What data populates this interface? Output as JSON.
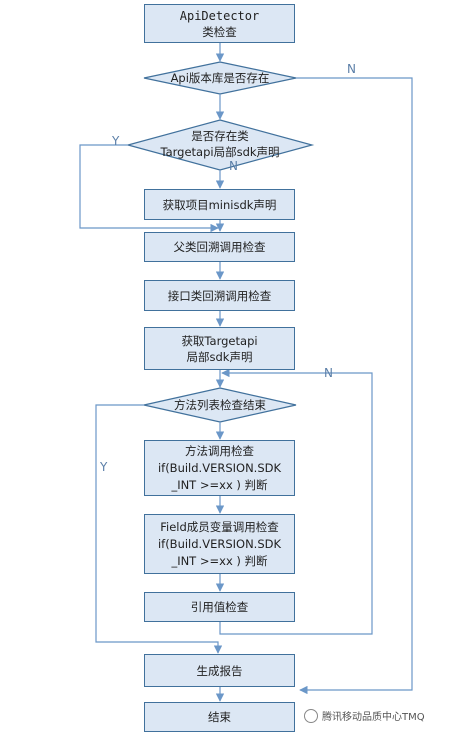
{
  "nodes": {
    "start_title": "ApiDetector",
    "start_sub": "类检查",
    "d1": "Api版本库是否存在",
    "d2_line1": "是否存在类",
    "d2_line2": "Targetapi局部sdk声明",
    "p_minisdk": "获取项目minisdk声明",
    "p_parent": "父类回溯调用检查",
    "p_interface": "接口类回溯调用检查",
    "p_target_line1": "获取Targetapi",
    "p_target_line2": "局部sdk声明",
    "d3": "方法列表检查结束",
    "p_method_line1": "方法调用检查",
    "p_method_line2": "if(Build.VERSION.SDK",
    "p_method_line3": "_INT >=xx ) 判断",
    "p_field_line1": "Field成员变量调用检查",
    "p_field_line2": "if(Build.VERSION.SDK",
    "p_field_line3": "_INT >=xx ) 判断",
    "p_ref": "引用值检查",
    "p_report": "生成报告",
    "p_end": "结束"
  },
  "branch_labels": {
    "d1_no": "N",
    "d2_yes": "Y",
    "d2_no": "N",
    "d3_no": "N",
    "d3_yes": "Y"
  },
  "watermark": "腾讯移动品质中心TMQ",
  "colors": {
    "fill": "#dce7f4",
    "stroke": "#41719c",
    "line": "#6b97c8"
  }
}
